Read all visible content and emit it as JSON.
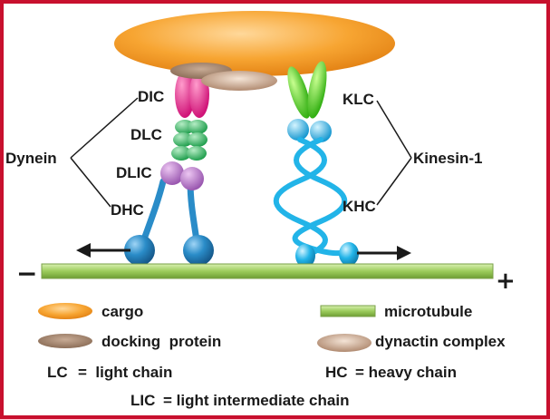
{
  "labels": {
    "dynein": "Dynein",
    "dic": "DIC",
    "dlc": "DLC",
    "dlic": "DLIC",
    "dhc": "DHC",
    "kinesin": "Kinesin-1",
    "klc": "KLC",
    "khc": "KHC",
    "minus": "−",
    "plus": "+"
  },
  "legend": {
    "cargo": "cargo",
    "docking_protein": "docking  protein",
    "microtubule": "microtubule",
    "dynactin_complex": "dynactin complex",
    "lc_abbr": "LC",
    "lc_eq": "=  light chain",
    "hc_abbr": "HC",
    "hc_eq": "= heavy chain",
    "lic_abbr": "LIC",
    "lic_eq": "= light intermediate chain"
  },
  "colors": {
    "border": "#c8102e",
    "cargo": "#f7a532",
    "docking_protein": "#a88a74",
    "dynactin": "#c9a88f",
    "microtubule": "#9ccc5c",
    "dic": "#e8248a",
    "dlc": "#3dbb6b",
    "dlic": "#b878c8",
    "dynein_heavy": "#2a8cc8",
    "klc": "#4ccc2c",
    "khc": "#22b4e8"
  },
  "arrows": {
    "dynein": "toward minus end",
    "kinesin": "toward plus end"
  }
}
